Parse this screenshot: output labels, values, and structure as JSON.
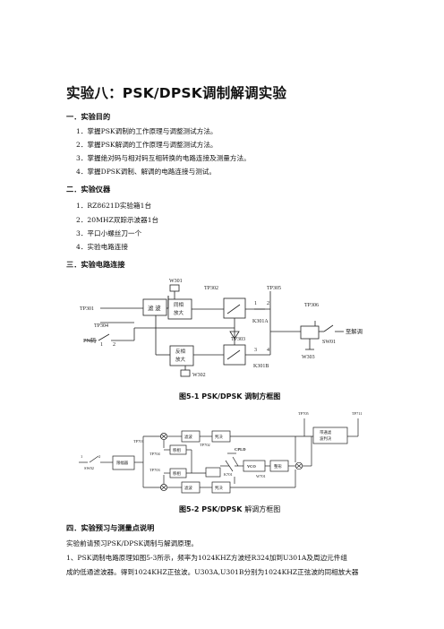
{
  "title": "实验八：PSK/DPSK调制解调实验",
  "sections": {
    "s1": "一．实验目的",
    "s2": "二．实验仪器",
    "s3": "三．实验电路连接",
    "s4": "四．实验预习与测量点说明"
  },
  "objectives": [
    "1．掌握PSK调制的工作原理与调整测试方法。",
    "2．掌握PSK解调的工作原理与调整测试方法。",
    "3．掌握绝对码与相对码互相转换的电路连接及测量方法。",
    "4．掌握DPSK调制、解调的电路连接与测试。"
  ],
  "instruments": [
    "1．RZ8621D实验箱1台",
    "2．20MHZ双踪示波器1台",
    "3．平口小螺丝刀一个",
    "4．实验电路连接"
  ],
  "figure1": {
    "caption": "图5-1   PSK/DPSK 调制方框图",
    "labels": {
      "w301": "W301",
      "tp302": "TP302",
      "tp305": "TP305",
      "tp301": "TP301",
      "filter": "滤 波",
      "inphase_amp": "同相\n放大",
      "k301a": "K301A",
      "tp306": "TP306",
      "to_demod": "至解调",
      "tp304": "TP304",
      "pn_code": "PN码",
      "sw01": "SW01",
      "tp303": "TP303",
      "inverse_amp": "反相\n放大",
      "k301b": "K301B",
      "w303": "W303",
      "w302": "W302",
      "pin1": "1",
      "pin2": "2",
      "pin3": "3",
      "pin4": "4"
    }
  },
  "figure2": {
    "caption_bold": "图5-2   PSK/DPSK ",
    "caption_rest": "解调方框图",
    "labels": {
      "tp705": "TP705",
      "tp711": "TP711",
      "tp701": "TP701",
      "bpf": "带通滤波",
      "sw02": "SW02",
      "limiter": "限幅器",
      "tp704": "TP704",
      "tp702": "TP702",
      "tp703": "TP703",
      "cpld": "CPLD",
      "vco": "VCO",
      "k701": "K701",
      "w701": "W701",
      "filter_a": "滤波",
      "filter_b": "滤波",
      "sample_a": "判决",
      "sample_b": "判决",
      "phase_a": "移相",
      "phase_b": "移相",
      "shaper": "整形",
      "p1": "1",
      "p2": "2"
    }
  },
  "body": [
    "实验前请预习PSK/DPSK调制与解调原理。",
    "1、PSK调制电路原理如图5-3所示，频率为1024KHZ方波经R324加到U301A及周边元件组",
    "成的低通滤波器。得到1024KHZ正弦波。U303A,U301B分别为1024KHZ正弦波的同相放大器"
  ]
}
